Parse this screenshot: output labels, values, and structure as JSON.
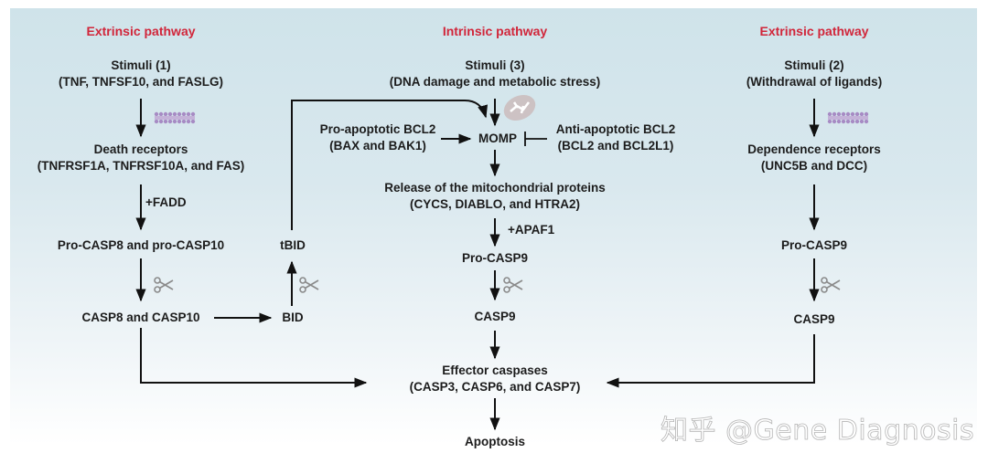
{
  "diagram": {
    "columns": {
      "left": {
        "title": "Extrinsic pathway",
        "stimuli": [
          "Stimuli (1)",
          "(TNF, TNFSF10, and FASLG)"
        ],
        "receptors": [
          "Death receptors",
          "(TNFRSF1A, TNFRSF10A, and FAS)"
        ],
        "adaptor": "+FADD",
        "pro_caspase": "Pro-CASP8 and pro-CASP10",
        "caspase": "CASP8 and CASP10",
        "bid": "BID",
        "tbid": "tBID"
      },
      "middle": {
        "title": "Intrinsic pathway",
        "stimuli": [
          "Stimuli (3)",
          "(DNA damage and metabolic stress)"
        ],
        "pro_apoptotic": [
          "Pro-apoptotic BCL2",
          "(BAX and BAK1)"
        ],
        "momp": "MOMP",
        "anti_apoptotic": [
          "Anti-apoptotic BCL2",
          "(BCL2 and BCL2L1)"
        ],
        "release": [
          "Release of the mitochondrial proteins",
          "(CYCS, DIABLO, and HTRA2)"
        ],
        "adaptor": "+APAF1",
        "pro_caspase": "Pro-CASP9",
        "caspase": "CASP9",
        "effector": [
          "Effector caspases",
          "(CASP3, CASP6, and CASP7)"
        ],
        "outcome": "Apoptosis"
      },
      "right": {
        "title": "Extrinsic pathway",
        "stimuli": [
          "Stimuli (2)",
          "(Withdrawal of ligands)"
        ],
        "receptors": [
          "Dependence receptors",
          "(UNC5B and DCC)"
        ],
        "pro_caspase": "Pro-CASP9",
        "caspase": "CASP9"
      }
    },
    "icons": {
      "membrane": "cell-membrane-icon",
      "cleavage": "scissors-icon",
      "mitochondrion": "mitochondrion-icon",
      "inhibition": "t-bar-inhibition"
    },
    "colors": {
      "title_red": "#d1263a",
      "membrane_purple": "#a78bc4",
      "text": "#1c1c1c"
    }
  },
  "watermark": "知乎 @Gene Diagnosis"
}
